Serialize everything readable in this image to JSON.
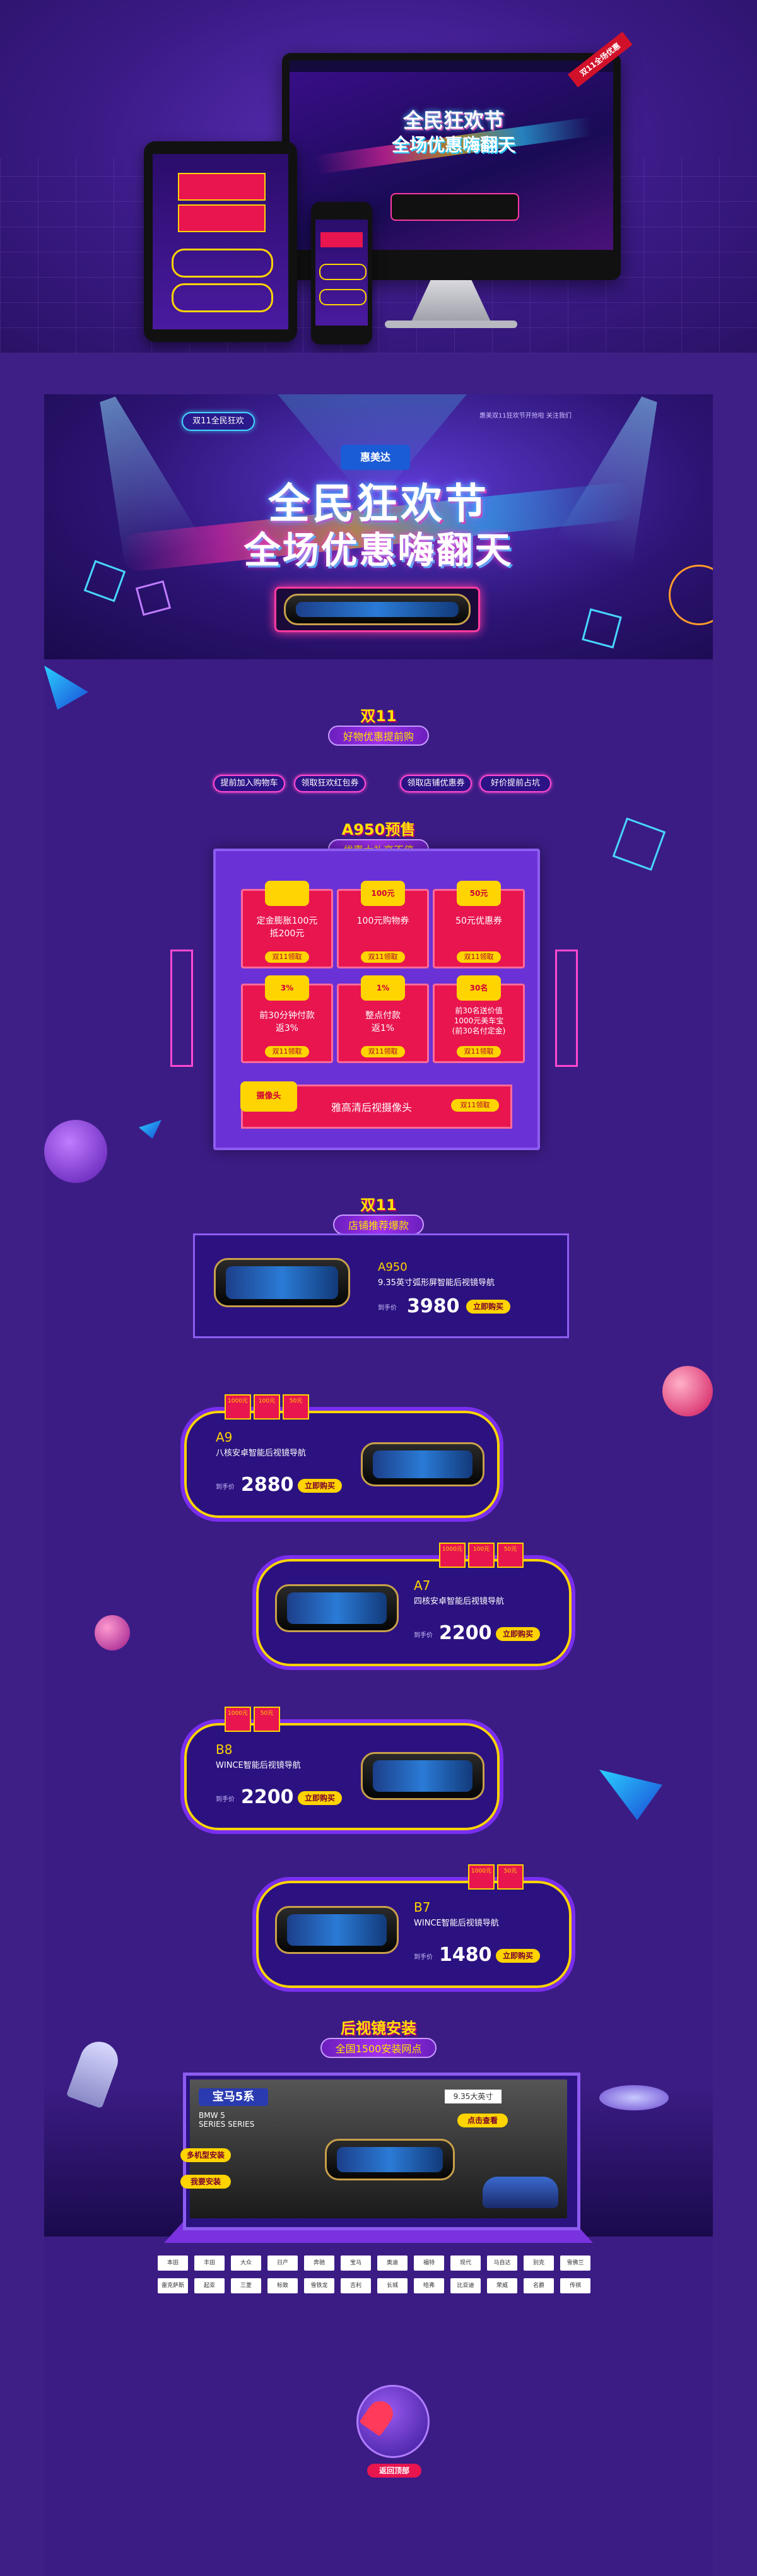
{
  "mockup": {
    "corner_tag": "双11全场优惠",
    "monitor_title": "全民狂欢节",
    "monitor_sub": "全场优惠嗨翻天"
  },
  "banner": {
    "badge": "双11全民狂欢",
    "notice": "惠美双11狂欢节开抢啦 关注我们",
    "brand": "惠美达",
    "title": "全民狂欢节",
    "subtitle": "全场优惠嗨翻天"
  },
  "section_events": {
    "title": "双11",
    "subtitle": "好物优惠提前购",
    "tabs": [
      "提前加入购物车",
      "领取狂欢红包券",
      "领取店铺优惠券",
      "好价提前占坑"
    ]
  },
  "section_coupons": {
    "title": "A950预售",
    "subtitle": "优惠大礼享不停",
    "coupons": [
      {
        "tab": "",
        "text": "定金膨胀100元\n抵200元",
        "btn": "双11领取"
      },
      {
        "tab": "100元",
        "text": "100元购物券",
        "btn": "双11领取"
      },
      {
        "tab": "50元",
        "text": "50元优惠券",
        "btn": "双11领取"
      },
      {
        "tab": "3%",
        "text": "前30分钟付款\n返3%",
        "btn": "双11领取"
      },
      {
        "tab": "1%",
        "text": "整点付款\n返1%",
        "btn": "双11领取"
      },
      {
        "tab": "30名",
        "text": "前30名送价值\n1000元美车宝\n(前30名付定金)",
        "btn": "双11领取"
      }
    ],
    "bonus": {
      "tab": "摄像头",
      "text": "雅高清后视摄像头",
      "btn": "双11领取"
    }
  },
  "section_products": {
    "title": "双11",
    "subtitle": "店铺推荐爆款",
    "featured": {
      "model": "A950",
      "desc": "9.35英寸弧形屏智能后视镜导航",
      "price_label": "到手价",
      "price": "3980",
      "buy": "立即购买"
    },
    "items": [
      {
        "model": "A9",
        "desc": "八核安卓智能后视镜导航",
        "price_label": "到手价",
        "price": "2880",
        "buy": "立即购买",
        "tags": [
          "1000元",
          "100元",
          "50元"
        ]
      },
      {
        "model": "A7",
        "desc": "四核安卓智能后视镜导航",
        "price_label": "到手价",
        "price": "2200",
        "buy": "立即购买",
        "tags": [
          "1000元",
          "100元",
          "50元"
        ]
      },
      {
        "model": "B8",
        "desc": "WINCE智能后视镜导航",
        "price_label": "到手价",
        "price": "2200",
        "buy": "立即购买",
        "tags": [
          "1000元",
          "50元"
        ]
      },
      {
        "model": "B7",
        "desc": "WINCE智能后视镜导航",
        "price_label": "到手价",
        "price": "1480",
        "buy": "立即购买",
        "tags": [
          "1000元",
          "50元"
        ]
      }
    ]
  },
  "section_install": {
    "title": "后视镜安装",
    "subtitle": "全国1500安装网点",
    "car_brand": "宝马5系",
    "car_model": "BMW 5\nSERIES SERIES",
    "screen": "9.35大英寸",
    "cta": "点击查看",
    "side_btns": [
      "多机型安装",
      "我要安装"
    ]
  },
  "brands": [
    "本田",
    "丰田",
    "大众",
    "日产",
    "奔驰",
    "宝马",
    "奥迪",
    "福特",
    "现代",
    "马自达",
    "别克",
    "雪佛兰",
    "雷克萨斯",
    "起亚",
    "三菱",
    "标致",
    "雪铁龙",
    "吉利",
    "长城",
    "哈弗",
    "比亚迪",
    "荣威",
    "名爵",
    "传祺"
  ],
  "footer": {
    "back_top": "返回顶部"
  }
}
